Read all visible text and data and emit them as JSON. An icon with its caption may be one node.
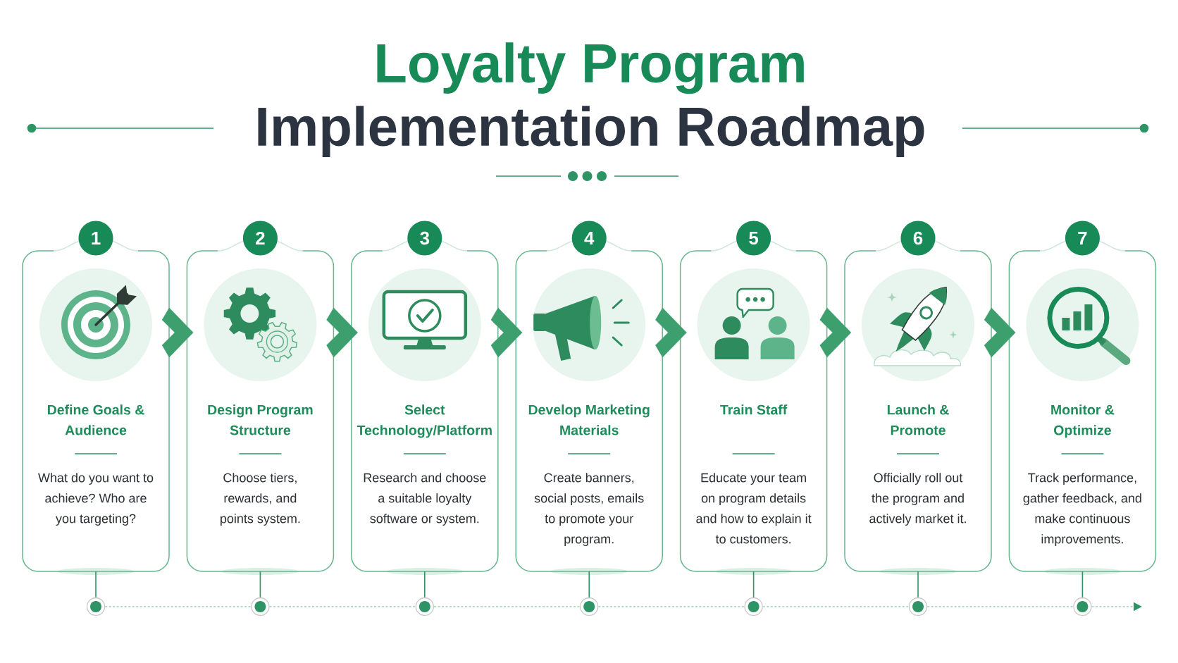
{
  "diagram": {
    "title": "Loyalty Program Implementation Roadmap",
    "nodes": [
      {
        "text": [
          "1"
        ]
      },
      {
        "text": [
          "2"
        ]
      },
      {
        "text": [
          "3"
        ]
      },
      {
        "text": [
          "4"
        ]
      },
      {
        "text": [
          "5"
        ]
      },
      {
        "text": [
          "6"
        ]
      },
      {
        "text": [
          "7"
        ]
      },
      {
        "text": [
          "Define Goals & Audience",
          "What do you want to achieve? Who are you targeting?"
        ]
      },
      {
        "text": [
          "Design Program Structure",
          "Choose tiers, rewards, and points system."
        ]
      },
      {
        "text": [
          "Select Technology/Platform",
          "Research and choose a suitable loyalty software or system."
        ]
      },
      {
        "text": [
          "Develop Marketing Materials",
          "Create banners, social posts, emails to promote your program."
        ]
      },
      {
        "text": [
          "Train Staff",
          "Educate your team on program details and how to explain it to customers."
        ]
      },
      {
        "text": [
          "Launch & Promote",
          "Officially roll out the program and actively market it."
        ]
      },
      {
        "text": [
          "Monitor & Optimize",
          "Track performance, gather feedback, and make continuous improvements."
        ]
      },
      {
        "text": [],
        "shape": "circle"
      },
      {
        "text": [],
        "shape": "circle"
      },
      {
        "text": [],
        "shape": "circle"
      },
      {
        "text": [],
        "shape": "circle"
      },
      {
        "text": [],
        "shape": "circle"
      },
      {
        "text": [],
        "shape": "circle"
      },
      {
        "text": [],
        "shape": "circle"
      }
    ],
    "edges": [
      {
        "from": 7,
        "to": 8,
        "arrow": "to"
      },
      {
        "from": 8,
        "to": 9,
        "arrow": "to"
      },
      {
        "from": 9,
        "to": 10,
        "arrow": "to"
      },
      {
        "from": 10,
        "to": 11,
        "arrow": "to"
      },
      {
        "from": 11,
        "to": 12,
        "arrow": "to"
      },
      {
        "from": 12,
        "to": 13,
        "arrow": "to"
      },
      {
        "from": 7,
        "to": 14,
        "arrow": "none"
      },
      {
        "from": 8,
        "to": 15,
        "arrow": "none"
      },
      {
        "from": 9,
        "to": 16,
        "arrow": "none"
      },
      {
        "from": 10,
        "to": 17,
        "arrow": "none"
      },
      {
        "from": 11,
        "to": 18,
        "arrow": "none"
      },
      {
        "from": 12,
        "to": 19,
        "arrow": "none"
      },
      {
        "from": 13,
        "to": 20,
        "arrow": "none"
      },
      {
        "from": 14,
        "to": 15,
        "arrow": "none",
        "style": "dashed",
        "color": "#9ccbb2"
      },
      {
        "from": 15,
        "to": 16,
        "arrow": "none",
        "style": "dashed",
        "color": "#9ccbb2"
      },
      {
        "from": 16,
        "to": 17,
        "arrow": "none",
        "style": "dashed",
        "color": "#9ccbb2"
      },
      {
        "from": 17,
        "to": 18,
        "arrow": "none",
        "style": "dashed",
        "color": "#9ccbb2"
      },
      {
        "from": 18,
        "to": 19,
        "arrow": "none",
        "style": "dashed",
        "color": "#9ccbb2"
      },
      {
        "from": 19,
        "to": 20,
        "arrow": "none",
        "style": "dashed",
        "color": "#9ccbb2"
      },
      {
        "from": 20,
        "to": null,
        "arrow": "to",
        "style": "dashed",
        "color": "#9ccbb2"
      }
    ]
  }
}
